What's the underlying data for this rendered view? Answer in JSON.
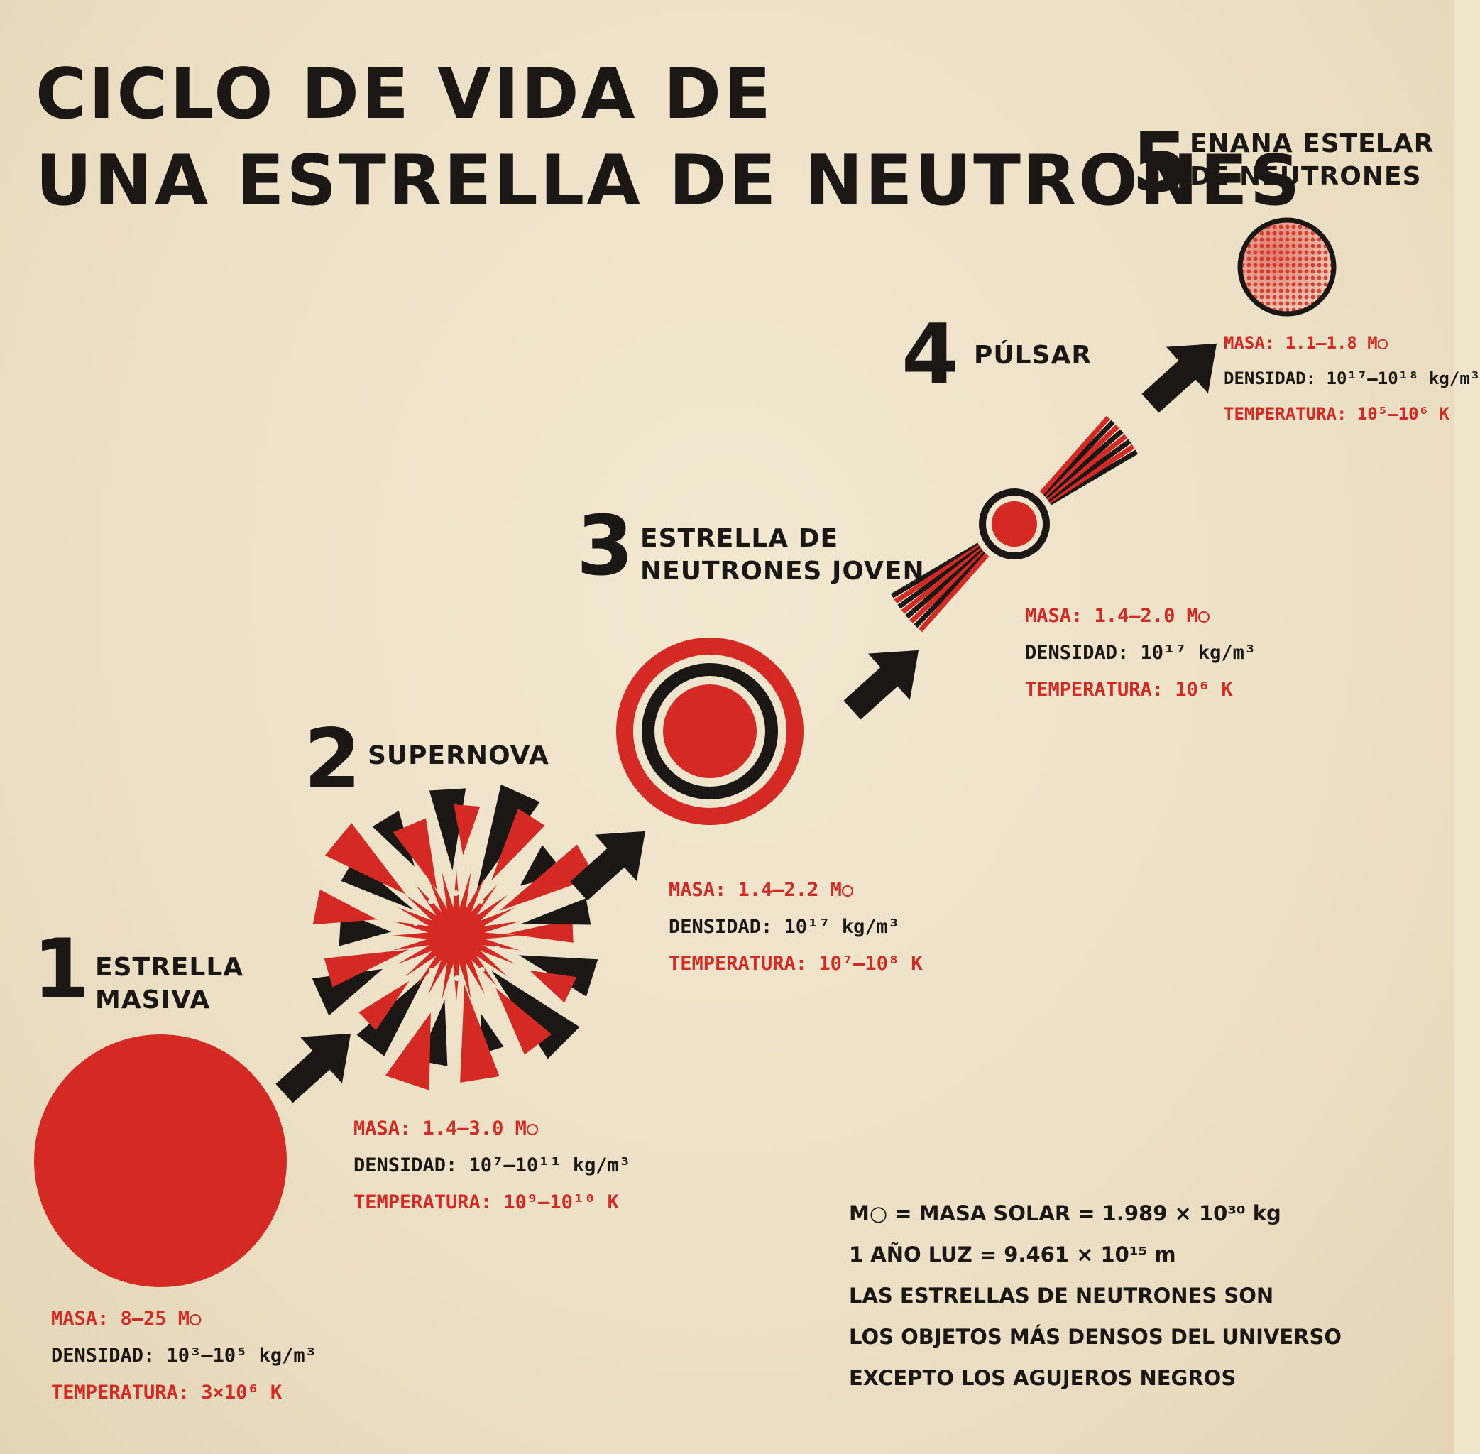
{
  "title": {
    "line1": "CICLO DE VIDA DE",
    "line2": "UNA ESTRELLA DE NEUTRONES"
  },
  "colors": {
    "red": "#d52a23",
    "black": "#1a1715",
    "paper": "#efe4cc"
  },
  "stages": [
    {
      "number": "1",
      "name_line1": "ESTRELLA",
      "name_line2": "MASIVA",
      "icon": "red-star-disk-icon",
      "masa": "MASA: 8–25 M○",
      "densidad": "DENSIDAD: 10³–10⁵ kg/m³",
      "temperatura": "TEMPERATURA: 3×10⁶ K"
    },
    {
      "number": "2",
      "name_line1": "SUPERNOVA",
      "icon": "supernova-burst-icon",
      "masa": "MASA: 1.4–3.0 M○",
      "densidad": "DENSIDAD: 10⁷–10¹¹ kg/m³",
      "temperatura": "TEMPERATURA: 10⁹–10¹⁰ K"
    },
    {
      "number": "3",
      "name_line1": "ESTRELLA DE",
      "name_line2": "NEUTRONES JOVEN",
      "icon": "concentric-rings-icon",
      "masa": "MASA: 1.4–2.2 M○",
      "densidad": "DENSIDAD: 10¹⁷ kg/m³",
      "temperatura": "TEMPERATURA: 10⁷–10⁸ K"
    },
    {
      "number": "4",
      "name_line1": "PÚLSAR",
      "icon": "pulsar-beams-icon",
      "masa": "MASA: 1.4–2.0 M○",
      "densidad": "DENSIDAD: 10¹⁷ kg/m³",
      "temperatura": "TEMPERATURA: 10⁶ K"
    },
    {
      "number": "5",
      "name_line1": "ENANA ESTELAR",
      "name_line2": "DE NEUTRONES",
      "icon": "halftone-dwarf-icon",
      "masa": "MASA: 1.1–1.8 M○",
      "densidad": "DENSIDAD: 10¹⁷–10¹⁸ kg/m³",
      "temperatura": "TEMPERATURA: 10⁵–10⁶ K"
    }
  ],
  "notes": {
    "line1": "M○ = MASA SOLAR = 1.989 × 10³⁰ kg",
    "line2": "1 AÑO LUZ = 9.461 × 10¹⁵ m",
    "line3": "LAS ESTRELLAS DE NEUTRONES SON",
    "line4": "LOS OBJETOS MÁS DENSOS DEL UNIVERSO",
    "line5": "EXCEPTO LOS AGUJEROS NEGROS"
  }
}
